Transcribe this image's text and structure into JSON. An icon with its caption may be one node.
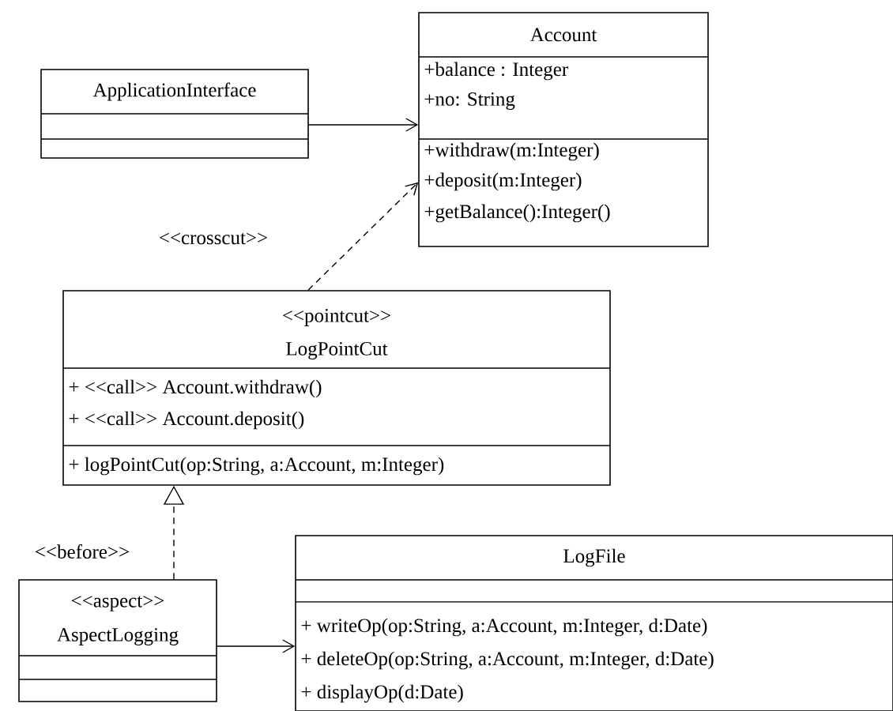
{
  "diagram": {
    "nodes": [
      {
        "text": [
          "ApplicationInterface"
        ]
      },
      {
        "text": [
          "Account",
          "+balance : Integer",
          "+no: String",
          "+withdraw(m:Integer)",
          "+deposit(m:Integer)",
          "+getBalance():Integer()"
        ]
      },
      {
        "text": [
          "<<pointcut>>",
          "LogPointCut",
          "+ <<call>> Account.withdraw()",
          "+ <<call>> Account.deposit()",
          "+ logPointCut(op:String, a:Account, m:Integer)"
        ]
      },
      {
        "text": [
          "<<aspect>>",
          "AspectLogging"
        ]
      },
      {
        "text": [
          "LogFile",
          "+ writeOp(op:String, a:Account, m:Integer, d:Date)",
          "+ deleteOp(op:String, a:Account, m:Integer, d:Date)",
          "+ displayOp(d:Date)"
        ]
      }
    ],
    "edges": [
      {
        "from": 0,
        "to": 1,
        "arrow": "to"
      },
      {
        "from": 2,
        "to": 1,
        "arrow": "to",
        "style": "dashed",
        "label": "<<crosscut>>"
      },
      {
        "from": 3,
        "to": 2,
        "arrow": "to",
        "style": "dashed",
        "label": "<<before>>"
      },
      {
        "from": 3,
        "to": 4,
        "arrow": "to"
      }
    ]
  }
}
